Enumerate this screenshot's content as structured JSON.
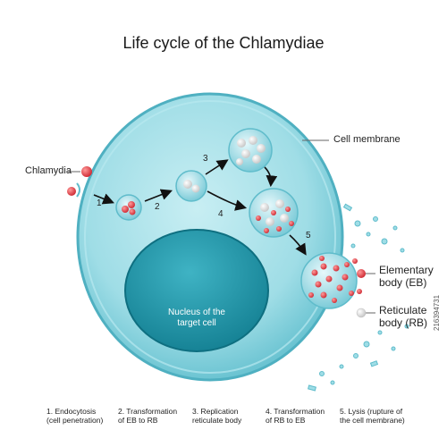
{
  "title": "Life cycle of the Chlamydiae",
  "labels": {
    "chlamydia": "Chlamydia",
    "cell_membrane": "Cell membrane",
    "nucleus_line1": "Nucleus of the",
    "nucleus_line2": "target cell",
    "eb_line1": "Elementary",
    "eb_line2": "body (EB)",
    "rb_line1": "Reticulate",
    "rb_line2": "body (RB)"
  },
  "steps": [
    "1",
    "2",
    "3",
    "4",
    "5"
  ],
  "captions": [
    {
      "line1": "1. Endocytosis",
      "line2": "(cell penetration)"
    },
    {
      "line1": "2. Transformation",
      "line2": "of EB to  RB"
    },
    {
      "line1": "3. Replication",
      "line2": "reticulate body"
    },
    {
      "line1": "4. Transformation",
      "line2": "of RB to EB"
    },
    {
      "line1": "5. Lysis (rupture of",
      "line2": "the cell membrane)"
    }
  ],
  "stock_id": "216394731",
  "colors": {
    "cytoplasm": "#9fdde6",
    "cytoplasm_edge": "#5fbccb",
    "nucleus": "#1f95a8",
    "elementary_body": "#e8474d",
    "reticulate_body": "#f2f2f2"
  }
}
